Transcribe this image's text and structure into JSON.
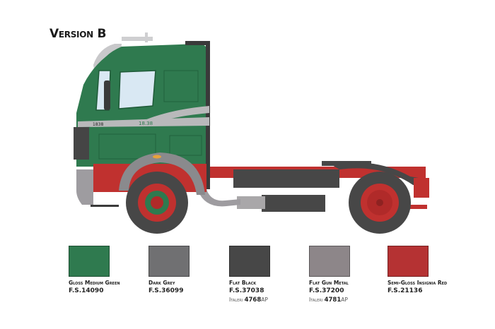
{
  "title": "Version B",
  "colors": {
    "cab_green": "#2f7a4f",
    "cab_green_dark": "#22613d",
    "grey": "#8a8a8d",
    "light_grey": "#c8c8ca",
    "black": "#454545",
    "red": "#c0312f",
    "red_dark": "#9d2624",
    "window": "#d9e8f3"
  },
  "truck": {
    "cab_badge": "1838",
    "door_badge": "18.38"
  },
  "swatches": [
    {
      "name": "Gloss Medium Green",
      "fs": "F.S.14090",
      "color": "#2f7a4f",
      "italeri_prefix": "",
      "italeri_code": "",
      "italeri_suffix": ""
    },
    {
      "name": "Dark Grey",
      "fs": "F.S.36099",
      "color": "#707072",
      "italeri_prefix": "",
      "italeri_code": "",
      "italeri_suffix": ""
    },
    {
      "name": "Flat Black",
      "fs": "F.S.37038",
      "color": "#474747",
      "italeri_prefix": "Italeri",
      "italeri_code": "4768",
      "italeri_suffix": "AP"
    },
    {
      "name": "Flat Gun Metal",
      "fs": "F.S.37200",
      "color": "#8d8689",
      "italeri_prefix": "Italeri",
      "italeri_code": "4781",
      "italeri_suffix": "AP"
    },
    {
      "name": "Semi-Gloss Insignia Red",
      "fs": "F.S.21136",
      "color": "#b53233",
      "italeri_prefix": "",
      "italeri_code": "",
      "italeri_suffix": ""
    }
  ]
}
